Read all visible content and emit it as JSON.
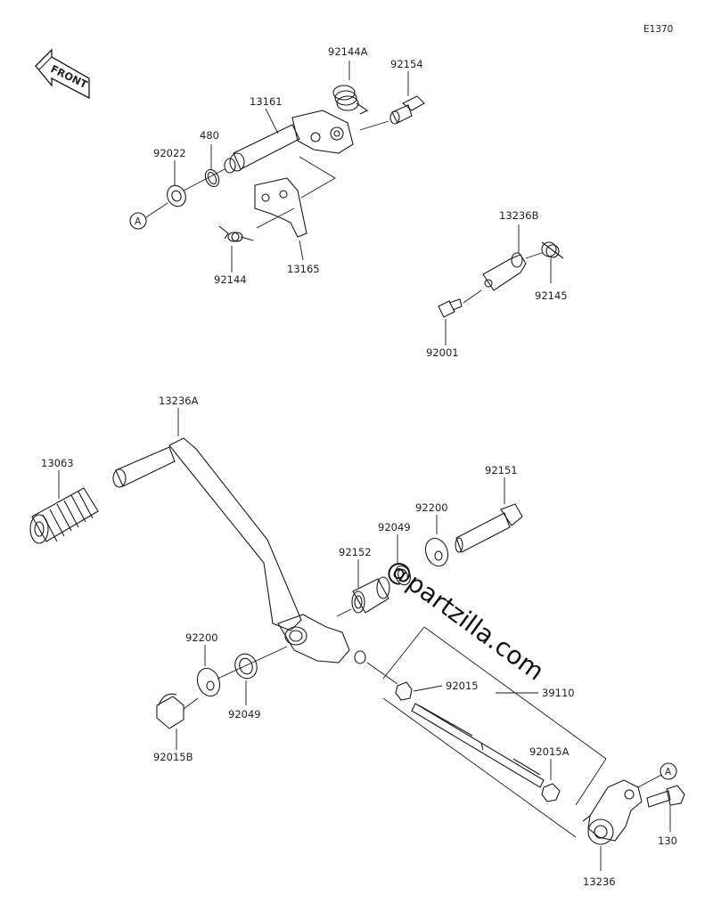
{
  "diagram_code": "E1370",
  "front_label": "FRONT",
  "watermark": "@partzilla.com",
  "callouts": {
    "ref_a": "A",
    "p92144A": "92144A",
    "p92154": "92154",
    "p13161": "13161",
    "p480": "480",
    "p92022": "92022",
    "p92144": "92144",
    "p13165": "13165",
    "p13236B": "13236B",
    "p92145": "92145",
    "p92001": "92001",
    "p13236A": "13236A",
    "p13063": "13063",
    "p92151": "92151",
    "p92200": "92200",
    "p92049": "92049",
    "p92152": "92152",
    "p92015": "92015",
    "p39110": "39110",
    "p92015A": "92015A",
    "p92015B": "92015B",
    "p130": "130",
    "p13236": "13236"
  }
}
